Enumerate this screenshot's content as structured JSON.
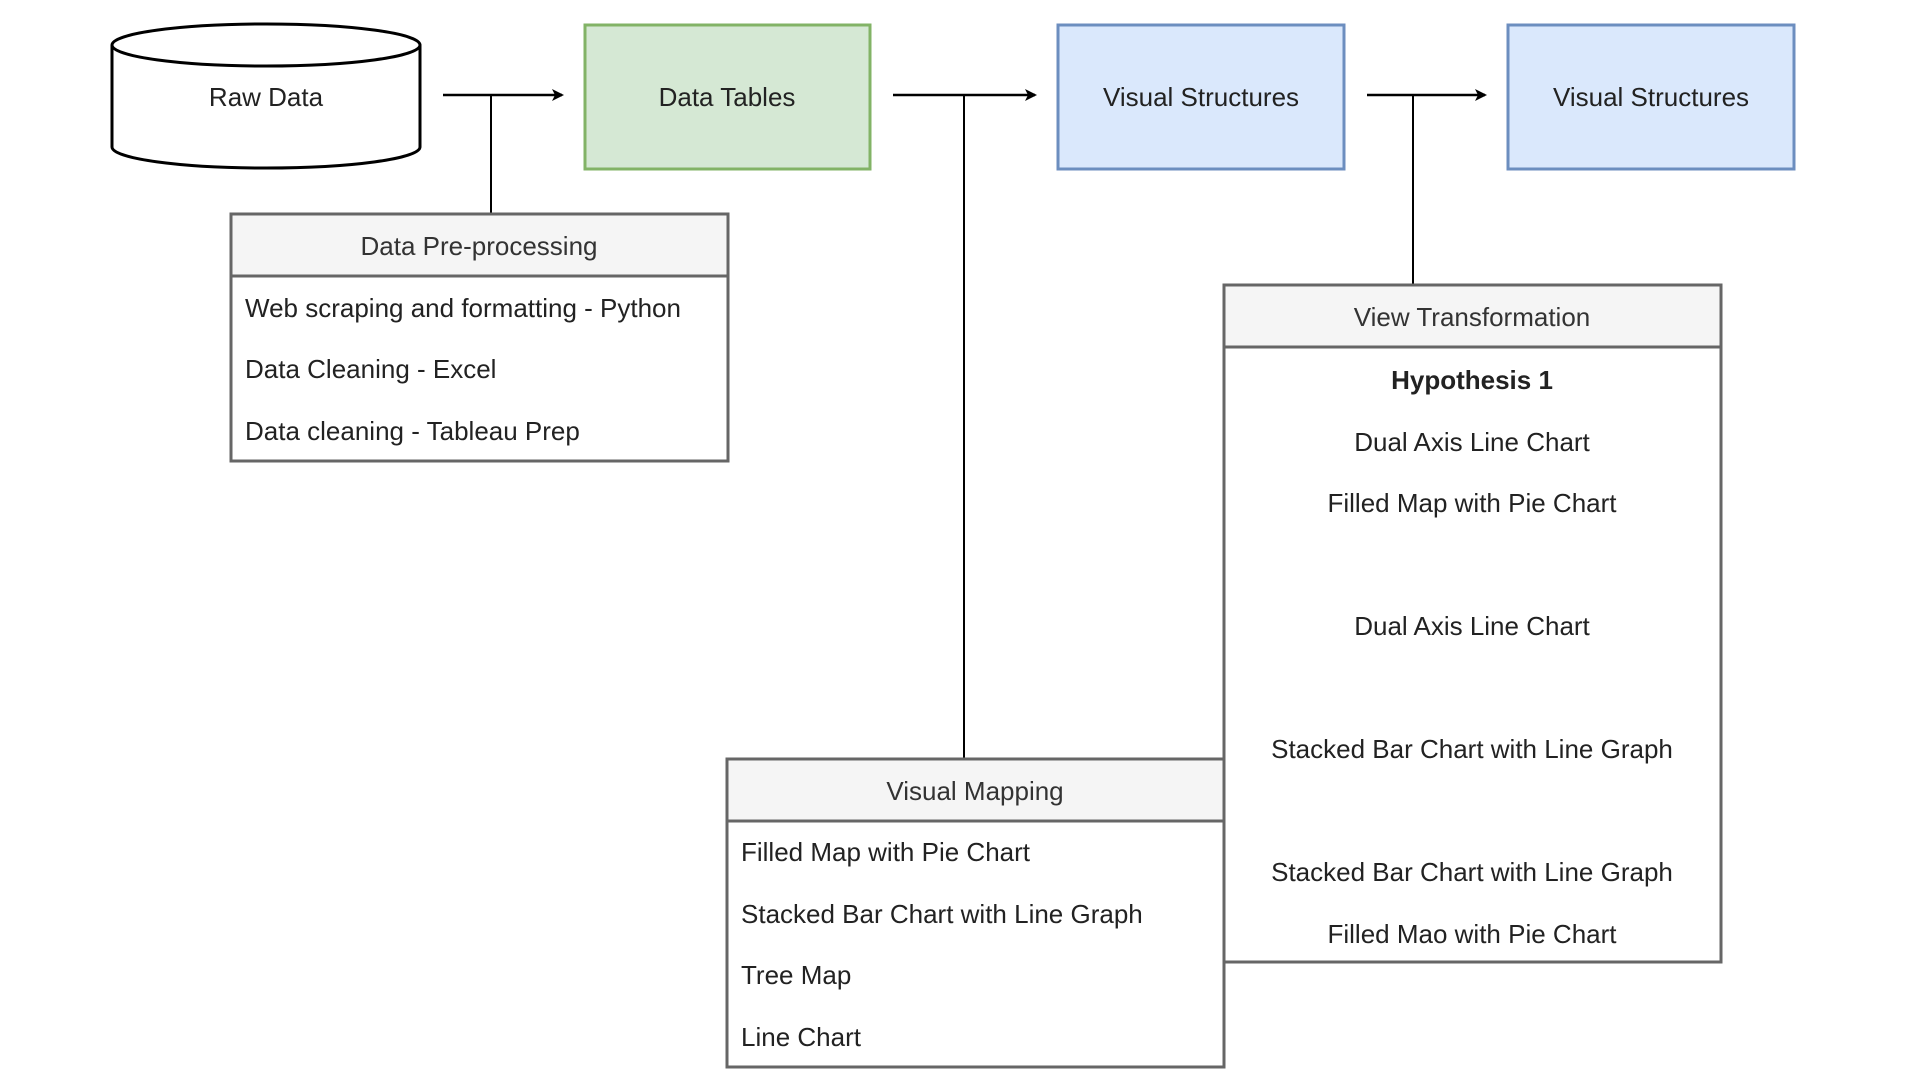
{
  "nodes": {
    "raw_data": "Raw Data",
    "data_tables": "Data Tables",
    "visual_structures_1": "Visual Structures",
    "visual_structures_2": "Visual Structures"
  },
  "data_preprocessing": {
    "title": "Data Pre-processing",
    "items": [
      "Web scraping and formatting - Python",
      "Data Cleaning - Excel",
      "Data cleaning - Tableau Prep"
    ]
  },
  "visual_mapping": {
    "title": "Visual Mapping",
    "items": [
      "Filled Map with Pie Chart",
      "Stacked Bar Chart with Line Graph",
      "Tree Map",
      "Line Chart"
    ]
  },
  "view_transformation": {
    "title": "View Transformation",
    "heading": "Hypothesis 1",
    "items": [
      "Dual Axis Line Chart",
      "Filled Map with Pie Chart",
      "Dual Axis Line Chart",
      "Stacked Bar Chart with Line Graph",
      "Stacked Bar Chart with Line Graph",
      "Filled Mao with Pie Chart"
    ]
  },
  "colors": {
    "data_tables_fill": "#d5e8d4",
    "data_tables_stroke": "#82b366",
    "visual_structures_fill": "#dae8fc",
    "visual_structures_stroke": "#6c8ebf",
    "header_fill": "#f5f5f5",
    "box_stroke": "#666666"
  }
}
